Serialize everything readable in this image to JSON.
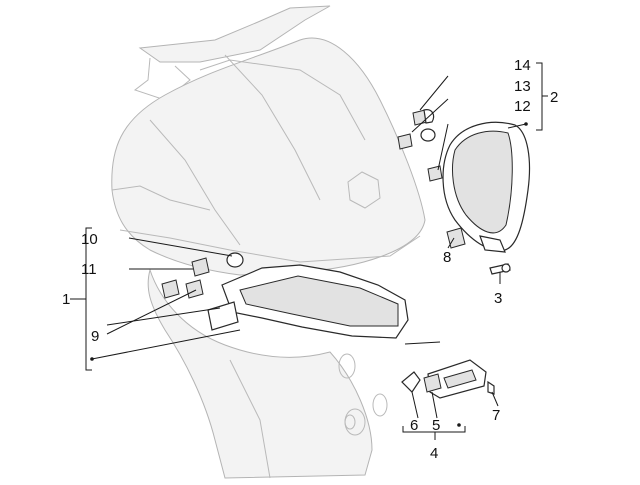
{
  "diagram": {
    "callouts": {
      "c1": "1",
      "c2": "2",
      "c3": "3",
      "c4": "4",
      "c5": "5",
      "c6": "6",
      "c7": "7",
      "c8": "8",
      "c9": "9",
      "c10": "10",
      "c11": "11",
      "c12": "12",
      "c13": "13",
      "c14": "14"
    },
    "colors": {
      "ghost_outline": "#b9b9b9",
      "part_outline": "#2a2a2a",
      "label": "#111111"
    }
  }
}
